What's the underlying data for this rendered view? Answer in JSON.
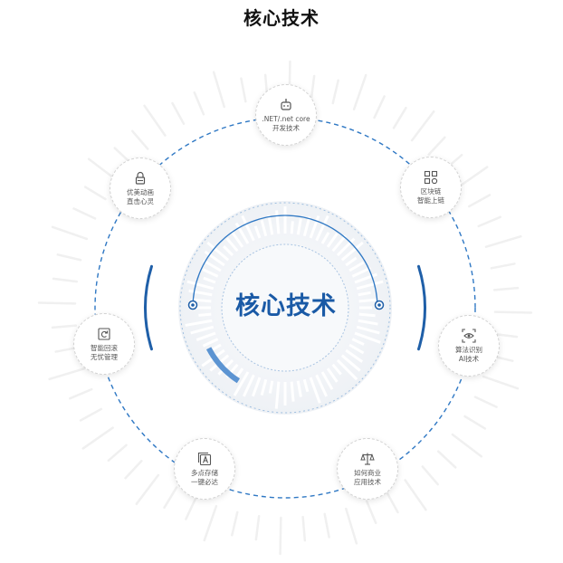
{
  "title": "核心技术",
  "center_label": "核心技术",
  "colors": {
    "accent": "#1f5fa8",
    "ring": "#2f78c4",
    "node_border": "#d2d2d2",
    "text": "#555555"
  },
  "nodes": [
    {
      "id": "netcore",
      "icon": "robot-icon",
      "line1": ".NET/.net core",
      "line2": "开发技术"
    },
    {
      "id": "blockchain",
      "icon": "blocks-icon",
      "line1": "区块链",
      "line2": "智能上链"
    },
    {
      "id": "ai",
      "icon": "eye-scan-icon",
      "line1": "算法识别",
      "line2": "AI技术"
    },
    {
      "id": "business",
      "icon": "scale-icon",
      "line1": "如何商业",
      "line2": "应用技术"
    },
    {
      "id": "storage",
      "icon": "letter-a-icon",
      "line1": "多点存储",
      "line2": "一键必达"
    },
    {
      "id": "rollback",
      "icon": "rollback-icon",
      "line1": "智能回滚",
      "line2": "无忧管理"
    },
    {
      "id": "ui",
      "icon": "lock-icon",
      "line1": "优美动画",
      "line2": "直击心灵"
    }
  ]
}
